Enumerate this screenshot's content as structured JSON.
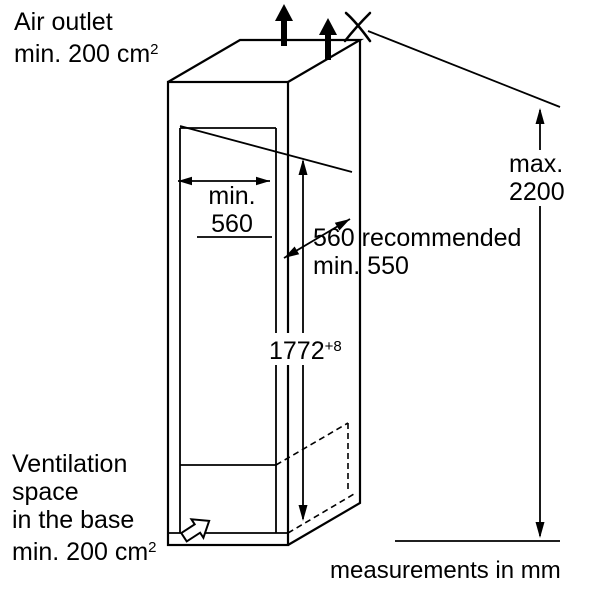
{
  "diagram": {
    "air_outlet": {
      "line1": "Air outlet",
      "line2": "min. 200 cm",
      "sup": "2"
    },
    "max_height": {
      "line1": "max.",
      "line2": "2200"
    },
    "niche_width": {
      "line1": "min.",
      "line2": "560"
    },
    "niche_depth": {
      "line1": "560 recommended",
      "line2": "min. 550"
    },
    "niche_height": {
      "value": "1772",
      "tolerance": "+8"
    },
    "ventilation": {
      "line1": "Ventilation",
      "line2": "space",
      "line3": "in the base",
      "line4": "min. 200 cm",
      "sup": "2"
    },
    "units_note": "measurements in mm",
    "colors": {
      "line": "#000000",
      "background": "#ffffff"
    },
    "icons": {
      "airflow_left": "up-arrow-icon",
      "airflow_right": "up-arrow-icon",
      "air_outlet_mark": "crossed-airflow-icon",
      "base_ventilation": "hollow-arrow-icon"
    }
  }
}
